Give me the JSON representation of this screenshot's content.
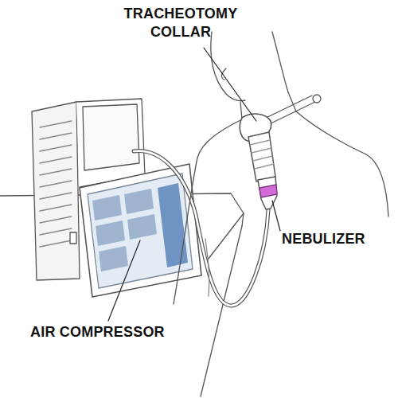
{
  "diagram": {
    "labels": [
      "TRACHEOTOMY COLLAR",
      "NEBULIZER",
      "AIR COMPRESSOR"
    ]
  }
}
